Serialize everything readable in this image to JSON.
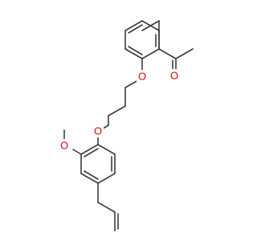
{
  "colors": {
    "bond": "#3c3c3c",
    "oxygen": "#e00000",
    "background": "#ffffff"
  },
  "atoms": {
    "ketone_o": "O",
    "ether_o_upper": "O",
    "ether_o_lower": "O",
    "methoxy_o": "O"
  }
}
